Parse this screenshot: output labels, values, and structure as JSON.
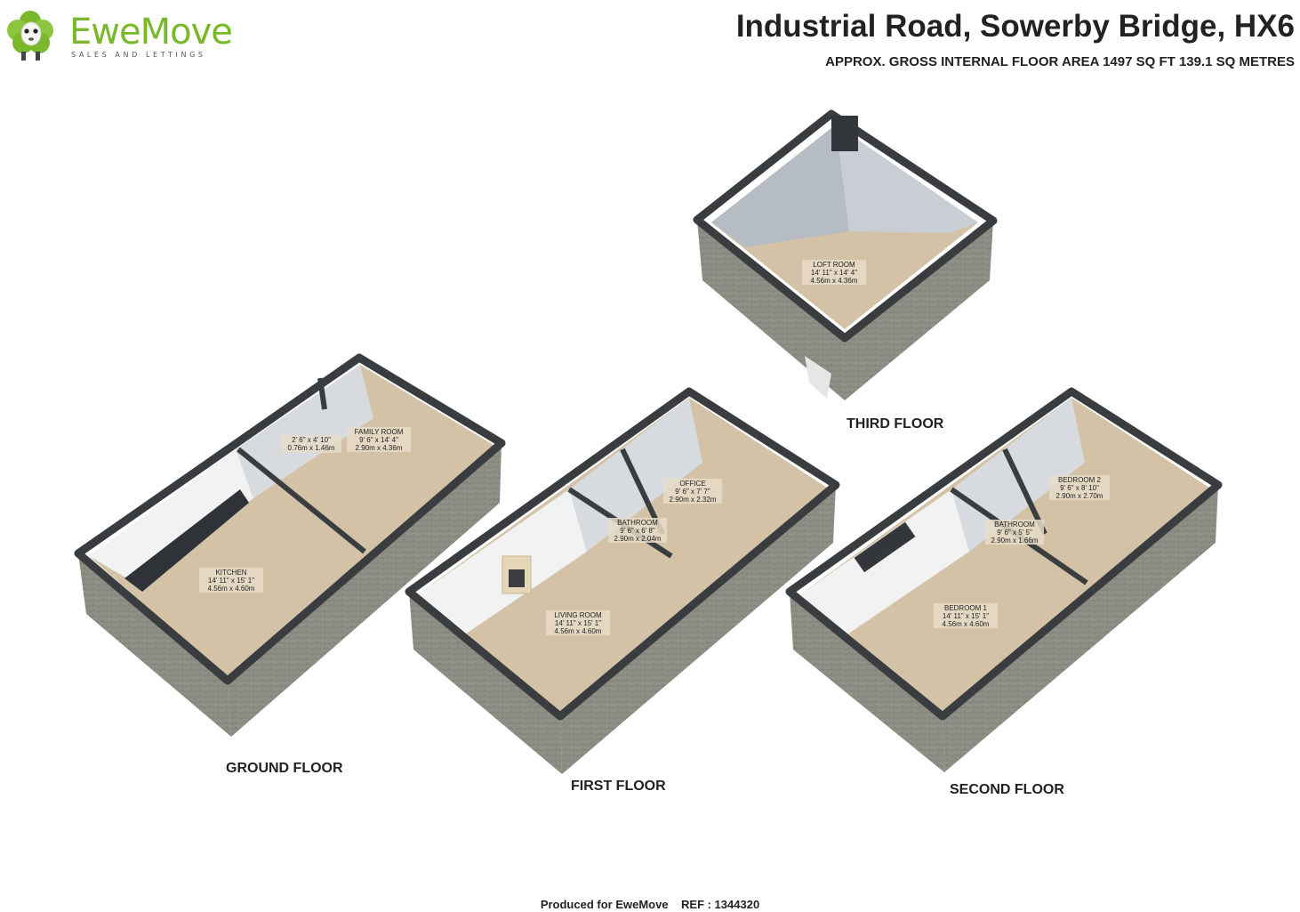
{
  "brand": {
    "name": "EweMove",
    "tagline": "SALES AND LETTINGS",
    "logo_icon": "sheep-icon",
    "accent_color": "#79b82a"
  },
  "header": {
    "title": "Industrial Road, Sowerby Bridge, HX6",
    "subtitle": "APPROX. GROSS INTERNAL FLOOR AREA 1497 SQ FT 139.1 SQ METRES"
  },
  "floors": {
    "ground": {
      "label": "GROUND FLOOR",
      "rooms": [
        {
          "name": "KITCHEN",
          "imperial": "14' 11\" x 15' 1\"",
          "metric": "4.56m x 4.60m"
        },
        {
          "name": "FAMILY ROOM",
          "imperial": "9' 6\" x 14' 4\"",
          "metric": "2.90m x 4.36m"
        },
        {
          "name": "",
          "imperial": "2' 6\" x 4' 10\"",
          "metric": "0.76m x 1.46m"
        }
      ]
    },
    "first": {
      "label": "FIRST FLOOR",
      "rooms": [
        {
          "name": "LIVING ROOM",
          "imperial": "14' 11\" x 15' 1\"",
          "metric": "4.56m x 4.60m"
        },
        {
          "name": "BATHROOM",
          "imperial": "9' 6\" x 6' 8\"",
          "metric": "2.90m x 2.04m"
        },
        {
          "name": "OFFICE",
          "imperial": "9' 6\" x 7' 7\"",
          "metric": "2.90m x 2.32m"
        }
      ]
    },
    "second": {
      "label": "SECOND FLOOR",
      "rooms": [
        {
          "name": "BEDROOM 1",
          "imperial": "14' 11\" x 15' 1\"",
          "metric": "4.56m x 4.60m"
        },
        {
          "name": "BATHROOM",
          "imperial": "9' 6\" x 5' 5\"",
          "metric": "2.90m x 1.66m"
        },
        {
          "name": "BEDROOM 2",
          "imperial": "9' 6\" x 8' 10\"",
          "metric": "2.90m x 2.70m"
        }
      ]
    },
    "third": {
      "label": "THIRD FLOOR",
      "rooms": [
        {
          "name": "LOFT ROOM",
          "imperial": "14' 11\" x 14' 4\"",
          "metric": "4.56m x 4.36m"
        }
      ]
    }
  },
  "footer": {
    "text": "Produced for EweMove    REF : 1344320"
  }
}
